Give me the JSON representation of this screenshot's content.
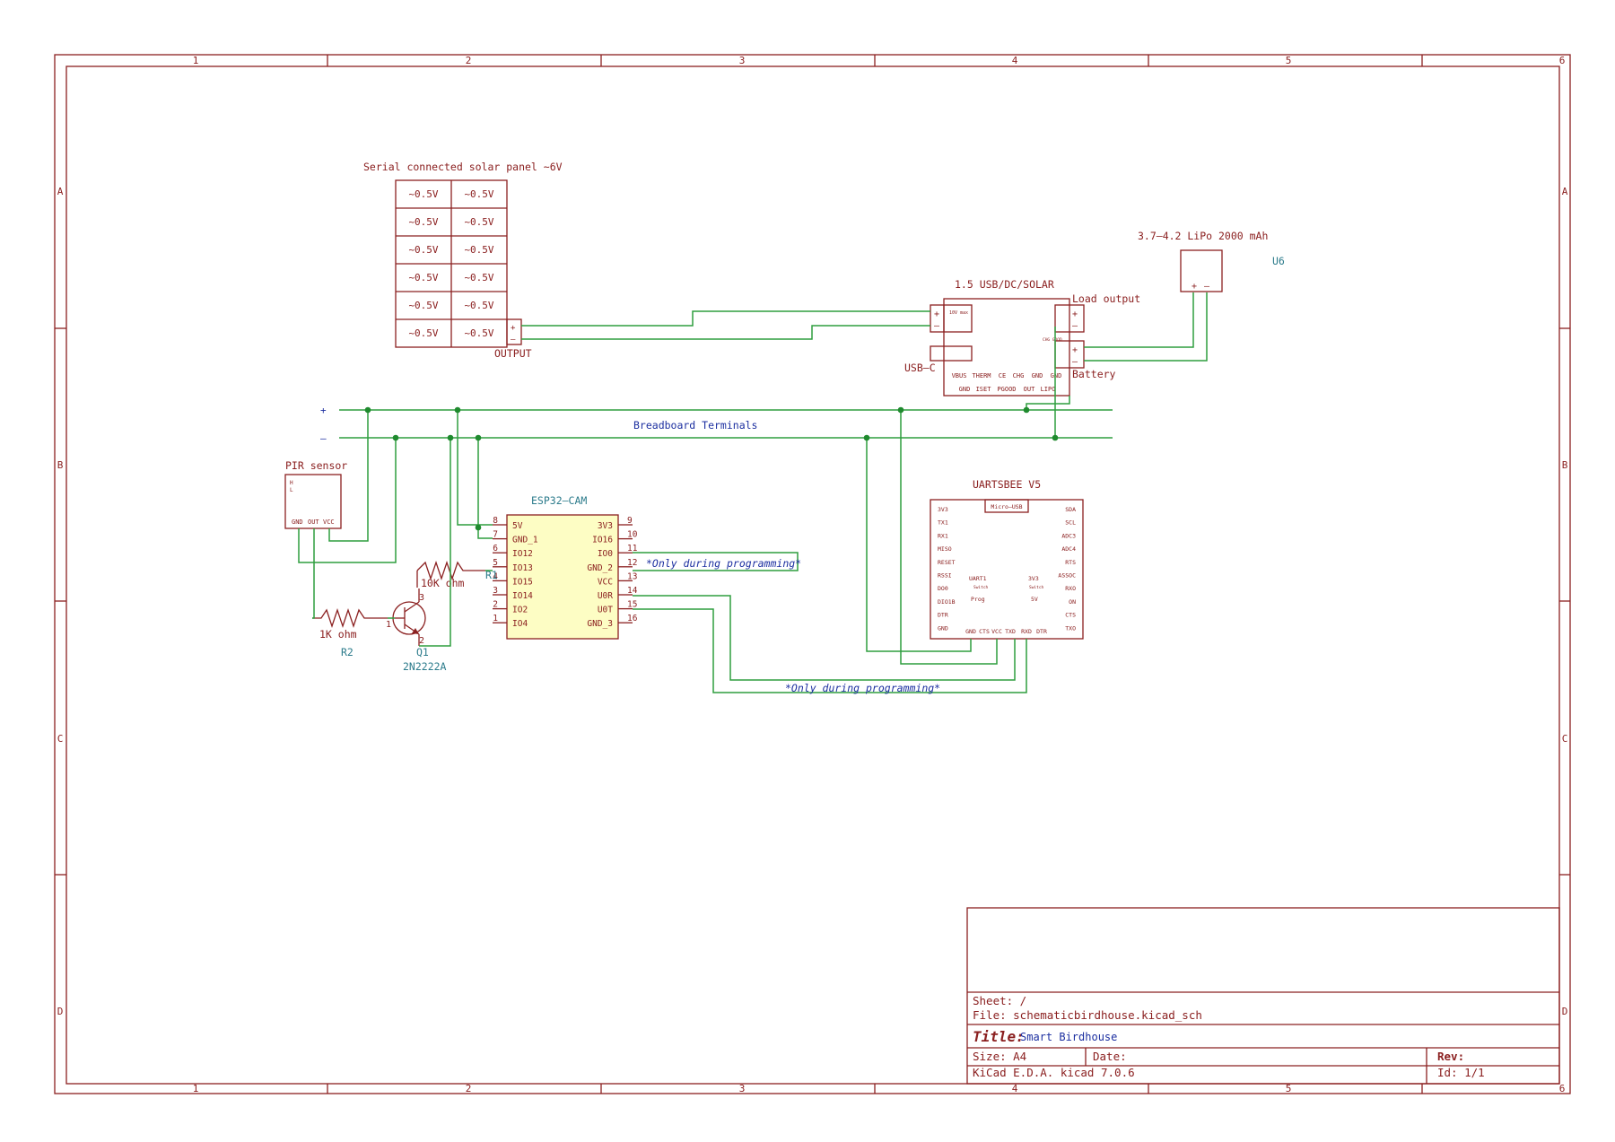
{
  "frame": {
    "cols": [
      "1",
      "2",
      "3",
      "4",
      "5",
      "6"
    ],
    "rows": [
      "A",
      "B",
      "C",
      "D"
    ]
  },
  "solar": {
    "title": "Serial connected solar panel ~6V",
    "cells": [
      "~0.5V",
      "~0.5V",
      "~0.5V",
      "~0.5V",
      "~0.5V",
      "~0.5V",
      "~0.5V",
      "~0.5V",
      "~0.5V",
      "~0.5V",
      "~0.5V",
      "~0.5V"
    ],
    "output": "OUTPUT"
  },
  "charger": {
    "title": "1.5 USB/DC/SOLAR",
    "input_note": "10V max",
    "usb": "USB–C",
    "load": "Load output",
    "battery": "Battery",
    "chg_label": "CHG GOOD",
    "pins_top": [
      "VBUS",
      "THERM",
      "CE",
      "CHG",
      "GND",
      "GND"
    ],
    "pins_bottom": [
      "GND",
      "ISET",
      "PGOOD",
      "OUT",
      "LIPO"
    ]
  },
  "battery": {
    "title": "3.7–4.2 LiPo 2000 mAh",
    "ref": "U6"
  },
  "rails": {
    "plus": "+",
    "minus": "–",
    "label": "Breadboard Terminals"
  },
  "pir": {
    "title": "PIR sensor",
    "jumper": [
      "H",
      "L"
    ],
    "pins": [
      "GND",
      "OUT",
      "VCC"
    ]
  },
  "esp32": {
    "title": "ESP32–CAM",
    "left_pins": [
      {
        "num": "8",
        "name": "5V"
      },
      {
        "num": "7",
        "name": "GND_1"
      },
      {
        "num": "6",
        "name": "IO12"
      },
      {
        "num": "5",
        "name": "IO13"
      },
      {
        "num": "4",
        "name": "IO15"
      },
      {
        "num": "3",
        "name": "IO14"
      },
      {
        "num": "2",
        "name": "IO2"
      },
      {
        "num": "1",
        "name": "IO4"
      }
    ],
    "right_pins": [
      {
        "num": "9",
        "name": "3V3"
      },
      {
        "num": "10",
        "name": "IO16"
      },
      {
        "num": "11",
        "name": "IO0"
      },
      {
        "num": "12",
        "name": "GND_2"
      },
      {
        "num": "13",
        "name": "VCC"
      },
      {
        "num": "14",
        "name": "U0R"
      },
      {
        "num": "15",
        "name": "U0T"
      },
      {
        "num": "16",
        "name": "GND_3"
      }
    ]
  },
  "note_prog": "*Only during programming*",
  "uart": {
    "title": "UARTSBEE V5",
    "usb": "Micro–USB",
    "left_pins": [
      "3V3",
      "TX1",
      "RX1",
      "MISO",
      "RESET",
      "RSSI",
      "DO0",
      "DIO1B",
      "DTR",
      "GND"
    ],
    "right_pins": [
      "SDA",
      "SCL",
      "ADC3",
      "ADC4",
      "RTS",
      "ASSOC",
      "RXO",
      "ON",
      "CTS",
      "TXO"
    ],
    "switch1": {
      "name": "UART1",
      "sub": "Switch",
      "opt": "Prog"
    },
    "switch2": {
      "name": "3V3",
      "sub": "Switch",
      "opt": "5V"
    },
    "bottom_pins": [
      "GND",
      "CTS",
      "VCC",
      "TXD",
      "RXD",
      "DTR"
    ]
  },
  "r1": {
    "ref": "R1",
    "value": "10K ohm"
  },
  "r2": {
    "ref": "R2",
    "value": "1K ohm"
  },
  "q1": {
    "ref": "Q1",
    "value": "2N2222A",
    "pins": [
      "1",
      "2",
      "3"
    ]
  },
  "titleblock": {
    "sheet": "Sheet: /",
    "file": "File: schematicbirdhouse.kicad_sch",
    "title_label": "Title:",
    "title": "Smart Birdhouse",
    "size": "Size: A4",
    "date": "Date:",
    "rev": "Rev:",
    "tool": "KiCad E.D.A.  kicad 7.0.6",
    "id": "Id: 1/1"
  }
}
